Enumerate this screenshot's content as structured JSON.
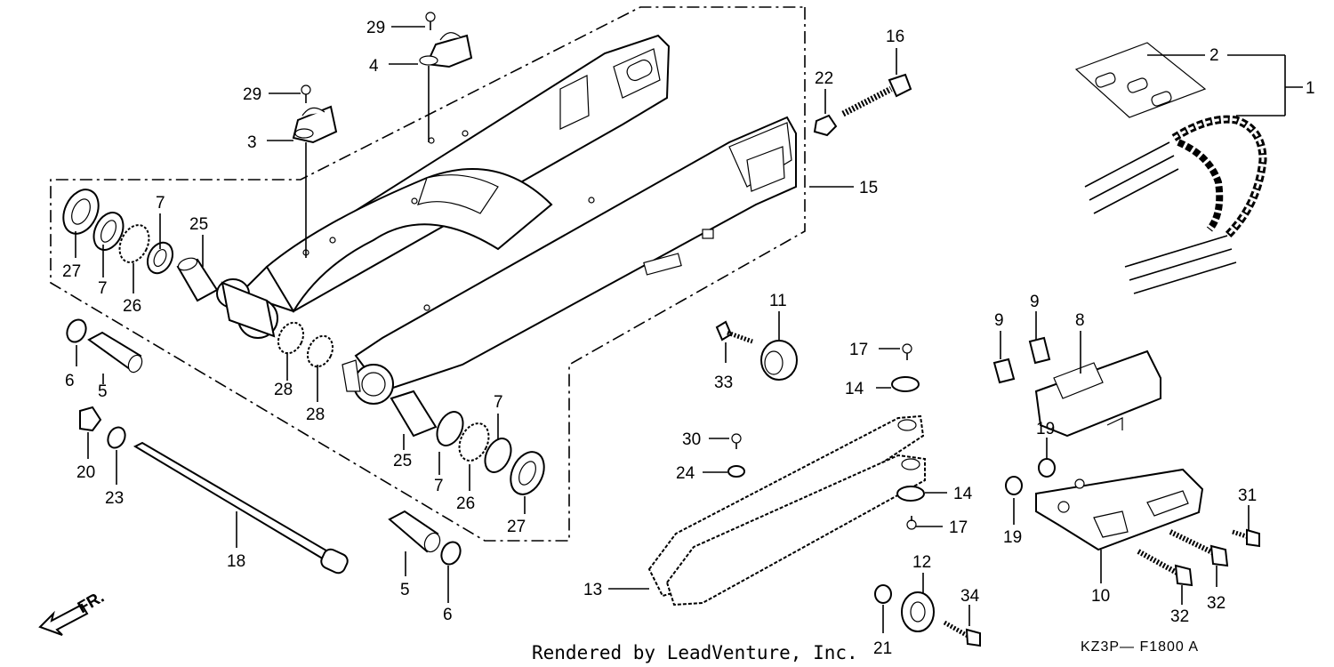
{
  "diagram": {
    "callouts": [
      "1",
      "2",
      "3",
      "4",
      "5",
      "5",
      "6",
      "6",
      "7",
      "7",
      "7",
      "7",
      "8",
      "9",
      "9",
      "10",
      "11",
      "12",
      "13",
      "14",
      "14",
      "15",
      "16",
      "17",
      "17",
      "18",
      "19",
      "19",
      "20",
      "21",
      "22",
      "23",
      "24",
      "25",
      "25",
      "26",
      "26",
      "27",
      "27",
      "28",
      "28",
      "29",
      "29",
      "30",
      "31",
      "32",
      "32",
      "33",
      "34"
    ],
    "front_marker": "FR.",
    "footer_text": "Rendered by LeadVenture, Inc.",
    "diagram_code": "KZ3P— F1800 A"
  }
}
